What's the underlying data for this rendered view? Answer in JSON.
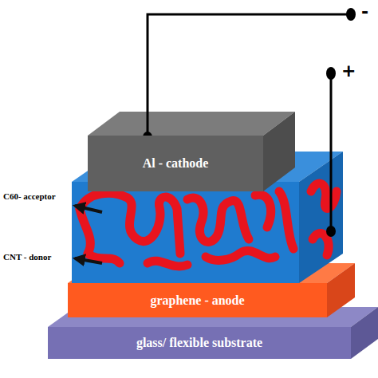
{
  "diagram": {
    "nodes": [
      {
        "text": [
          "Al - cathode"
        ]
      },
      {
        "text": [
          "graphene - anode"
        ]
      },
      {
        "text": [
          "glass/ flexible substrate"
        ]
      }
    ],
    "labels": [
      "-",
      "+",
      "C60- acceptor",
      "CNT - donor"
    ]
  }
}
